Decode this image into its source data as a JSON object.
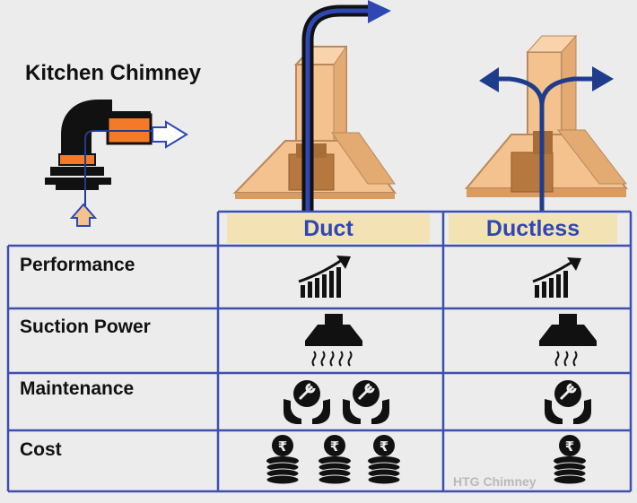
{
  "title": "Kitchen Chimney",
  "columns": [
    {
      "label": "Duct"
    },
    {
      "label": "Ductless"
    }
  ],
  "rows": [
    {
      "label": "Performance"
    },
    {
      "label": "Suction Power"
    },
    {
      "label": "Maintenance"
    },
    {
      "label": "Cost"
    }
  ],
  "cells": {
    "duct": {
      "performance_icon": "rising-bar-chart-icon",
      "suction_icon": "hood-strong-suction-icon",
      "maintenance_icons": [
        "hands-wrench-icon",
        "hands-wrench-icon"
      ],
      "cost_icons": [
        "rupee-coin-stack-icon",
        "rupee-coin-stack-icon",
        "rupee-coin-stack-icon"
      ]
    },
    "ductless": {
      "performance_icon": "rising-bar-chart-icon",
      "suction_icon": "hood-weak-suction-icon",
      "maintenance_icons": [
        "hands-wrench-icon"
      ],
      "cost_icons": [
        "rupee-coin-stack-icon"
      ]
    }
  },
  "watermark": "HTG Chimney",
  "colors": {
    "table_border": "#3f4fb0",
    "header_text": "#2f47b4",
    "header_fill": "#f3e3b4",
    "hood_fill": "#f4c28e",
    "hood_dark": "#b9885c",
    "airflow": "#1f3c8c",
    "duct_orange": "#f47a27"
  }
}
